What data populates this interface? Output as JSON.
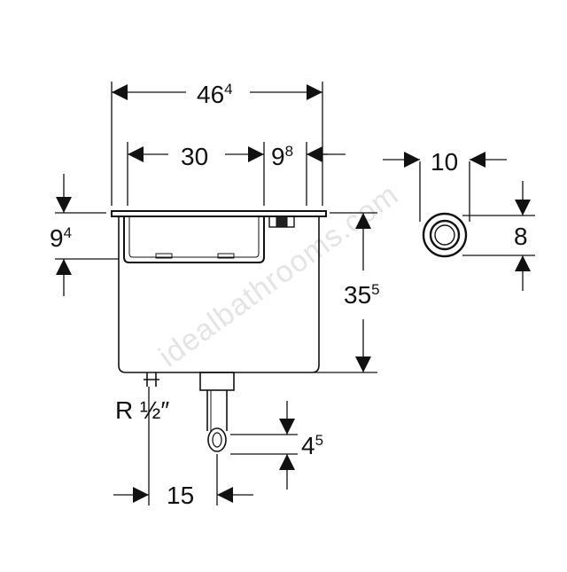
{
  "dimensions": {
    "overall_width": {
      "main": "46",
      "sup": "4"
    },
    "tray_width": {
      "main": "30",
      "sup": ""
    },
    "side_offset": {
      "main": "9",
      "sup": "8"
    },
    "lid_height": {
      "main": "9",
      "sup": "4"
    },
    "body_height": {
      "main": "35",
      "sup": "5"
    },
    "button_width": {
      "main": "10",
      "sup": ""
    },
    "button_height": {
      "main": "8",
      "sup": ""
    },
    "outlet_height": {
      "main": "4",
      "sup": "5"
    },
    "outlet_offset": {
      "main": "15",
      "sup": ""
    },
    "thread": "R ½″"
  },
  "watermark": "idealbathrooms.com",
  "colors": {
    "line": "#111111",
    "watermark": "#e4e4e4"
  }
}
